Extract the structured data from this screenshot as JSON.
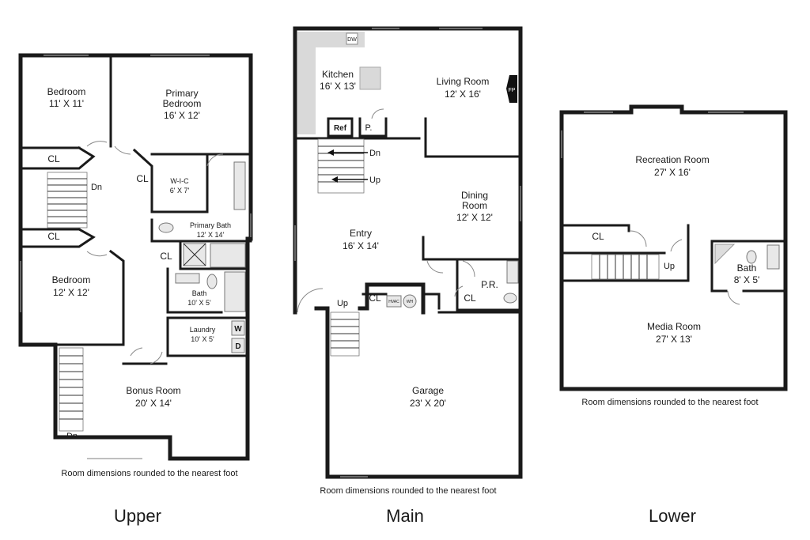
{
  "upper": {
    "floor_label": "Upper",
    "footnote": "Room dimensions rounded to the nearest foot",
    "rooms": {
      "bedroom1": {
        "name": "Bedroom",
        "dims": "11' X 11'"
      },
      "primary_bedroom": {
        "name1": "Primary",
        "name2": "Bedroom",
        "dims": "16' X 12'"
      },
      "wic": {
        "name": "W-I-C",
        "dims": "6' X 7'"
      },
      "primary_bath": {
        "name": "Primary Bath",
        "dims": "12' X 14'"
      },
      "bedroom2": {
        "name": "Bedroom",
        "dims": "12' X 12'"
      },
      "bath": {
        "name": "Bath",
        "dims": "10' X 5'"
      },
      "laundry": {
        "name": "Laundry",
        "dims": "10' X 5'"
      },
      "bonus": {
        "name": "Bonus Room",
        "dims": "20' X 14'"
      }
    },
    "labels": {
      "cl1": "CL",
      "cl2": "CL",
      "cl3": "CL",
      "cl4": "CL",
      "dn1": "Dn",
      "dn2": "Dn",
      "w": "W",
      "d": "D"
    }
  },
  "main": {
    "floor_label": "Main",
    "footnote": "Room dimensions rounded to the nearest foot",
    "rooms": {
      "kitchen": {
        "name": "Kitchen",
        "dims": "16' X 13'"
      },
      "living": {
        "name": "Living Room",
        "dims": "12' X 16'"
      },
      "dining": {
        "name1": "Dining",
        "name2": "Room",
        "dims": "12' X 12'"
      },
      "entry": {
        "name": "Entry",
        "dims": "16' X 14'"
      },
      "garage": {
        "name": "Garage",
        "dims": "23' X 20'"
      }
    },
    "labels": {
      "ref": "Ref",
      "pantry": "P.",
      "dn": "Dn",
      "up": "Up",
      "up2": "Up",
      "cl1": "CL",
      "cl2": "CL",
      "pr": "P.R.",
      "dw": "DW",
      "hvac": "HVAC",
      "wh": "WH",
      "fp": "FP"
    }
  },
  "lower": {
    "floor_label": "Lower",
    "footnote": "Room dimensions rounded to the nearest foot",
    "rooms": {
      "rec": {
        "name": "Recreation Room",
        "dims": "27' X 16'"
      },
      "media": {
        "name": "Media Room",
        "dims": "27' X 13'"
      },
      "bath": {
        "name": "Bath",
        "dims": "8' X 5'"
      }
    },
    "labels": {
      "cl": "CL",
      "up": "Up"
    }
  }
}
